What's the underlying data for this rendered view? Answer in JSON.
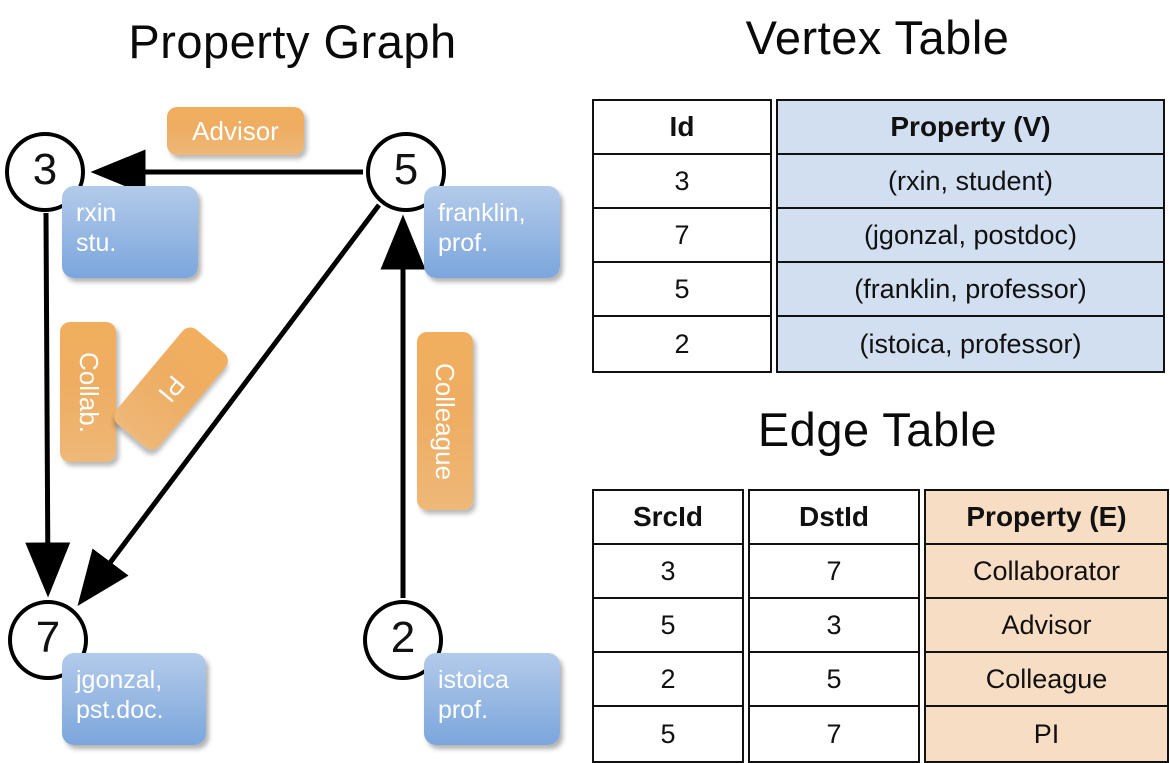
{
  "titles": {
    "property_graph": "Property Graph",
    "vertex_table": "Vertex Table",
    "edge_table": "Edge Table"
  },
  "graph": {
    "nodes": [
      {
        "id": "3",
        "name": "node-3",
        "property_lines": [
          "rxin",
          "stu."
        ]
      },
      {
        "id": "5",
        "name": "node-5",
        "property_lines": [
          "franklin,",
          "prof."
        ]
      },
      {
        "id": "7",
        "name": "node-7",
        "property_lines": [
          "jgonzal,",
          "pst.doc."
        ]
      },
      {
        "id": "2",
        "name": "node-2",
        "property_lines": [
          "istoica",
          "prof."
        ]
      }
    ],
    "node_labels": {
      "n3": "3",
      "n5": "5",
      "n7": "7",
      "n2": "2"
    },
    "properties": {
      "rxin_l1": "rxin",
      "rxin_l2": "stu.",
      "franklin_l1": "franklin,",
      "franklin_l2": "prof.",
      "jgonzal_l1": "jgonzal,",
      "jgonzal_l2": "pst.doc.",
      "istoica_l1": "istoica",
      "istoica_l2": "prof."
    },
    "edge_labels": {
      "advisor": "Advisor",
      "collab": "Collab.",
      "pi": "PI",
      "colleague": "Colleague"
    },
    "edges": [
      {
        "from": "5",
        "to": "3",
        "label": "Advisor"
      },
      {
        "from": "3",
        "to": "7",
        "label": "Collab."
      },
      {
        "from": "5",
        "to": "7",
        "label": "PI"
      },
      {
        "from": "2",
        "to": "5",
        "label": "Colleague"
      }
    ]
  },
  "vertex_table": {
    "headers": {
      "id": "Id",
      "property": "Property (V)"
    },
    "rows": [
      {
        "id": "3",
        "property": "(rxin, student)"
      },
      {
        "id": "7",
        "property": "(jgonzal, postdoc)"
      },
      {
        "id": "5",
        "property": "(franklin, professor)"
      },
      {
        "id": "2",
        "property": "(istoica, professor)"
      }
    ]
  },
  "edge_table": {
    "headers": {
      "src": "SrcId",
      "dst": "DstId",
      "property": "Property (E)"
    },
    "rows": [
      {
        "src": "3",
        "dst": "7",
        "property": "Collaborator"
      },
      {
        "src": "5",
        "dst": "3",
        "property": "Advisor"
      },
      {
        "src": "2",
        "dst": "5",
        "property": "Colleague"
      },
      {
        "src": "5",
        "dst": "7",
        "property": "PI"
      }
    ]
  },
  "colors": {
    "vertex_property_fill": "#d2dff0",
    "edge_property_fill": "#f7ddc3",
    "node_box_blue": "#7ba6dd",
    "edge_label_orange": "#eead62",
    "stroke": "#111111"
  }
}
